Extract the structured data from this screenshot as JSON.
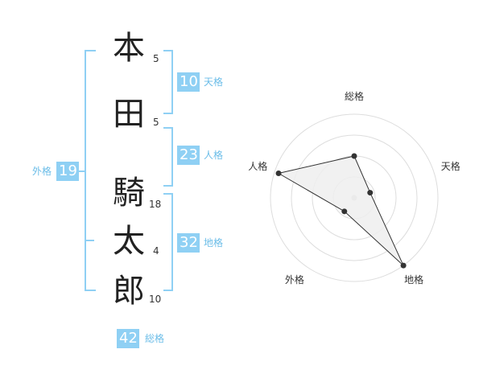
{
  "name": {
    "chars": [
      {
        "char": "本",
        "strokes": "5"
      },
      {
        "char": "田",
        "strokes": "5"
      },
      {
        "char": "騎",
        "strokes": "18"
      },
      {
        "char": "太",
        "strokes": "4"
      },
      {
        "char": "郎",
        "strokes": "10"
      }
    ]
  },
  "fortunes": {
    "tenkaku": {
      "value": "10",
      "label": "天格"
    },
    "jinkaku": {
      "value": "23",
      "label": "人格"
    },
    "chikaku": {
      "value": "32",
      "label": "地格"
    },
    "gaikaku": {
      "value": "19",
      "label": "外格"
    },
    "soukaku": {
      "value": "42",
      "label": "総格"
    }
  },
  "radar": {
    "axes": [
      "総格",
      "天格",
      "地格",
      "外格",
      "人格"
    ],
    "values": [
      0.5,
      0.2,
      1.0,
      0.2,
      0.95
    ],
    "levels": 4,
    "colors": {
      "fill": "#efefef",
      "line": "#333333",
      "grid": "#dddddd",
      "accent": "#8fd0f4"
    }
  }
}
